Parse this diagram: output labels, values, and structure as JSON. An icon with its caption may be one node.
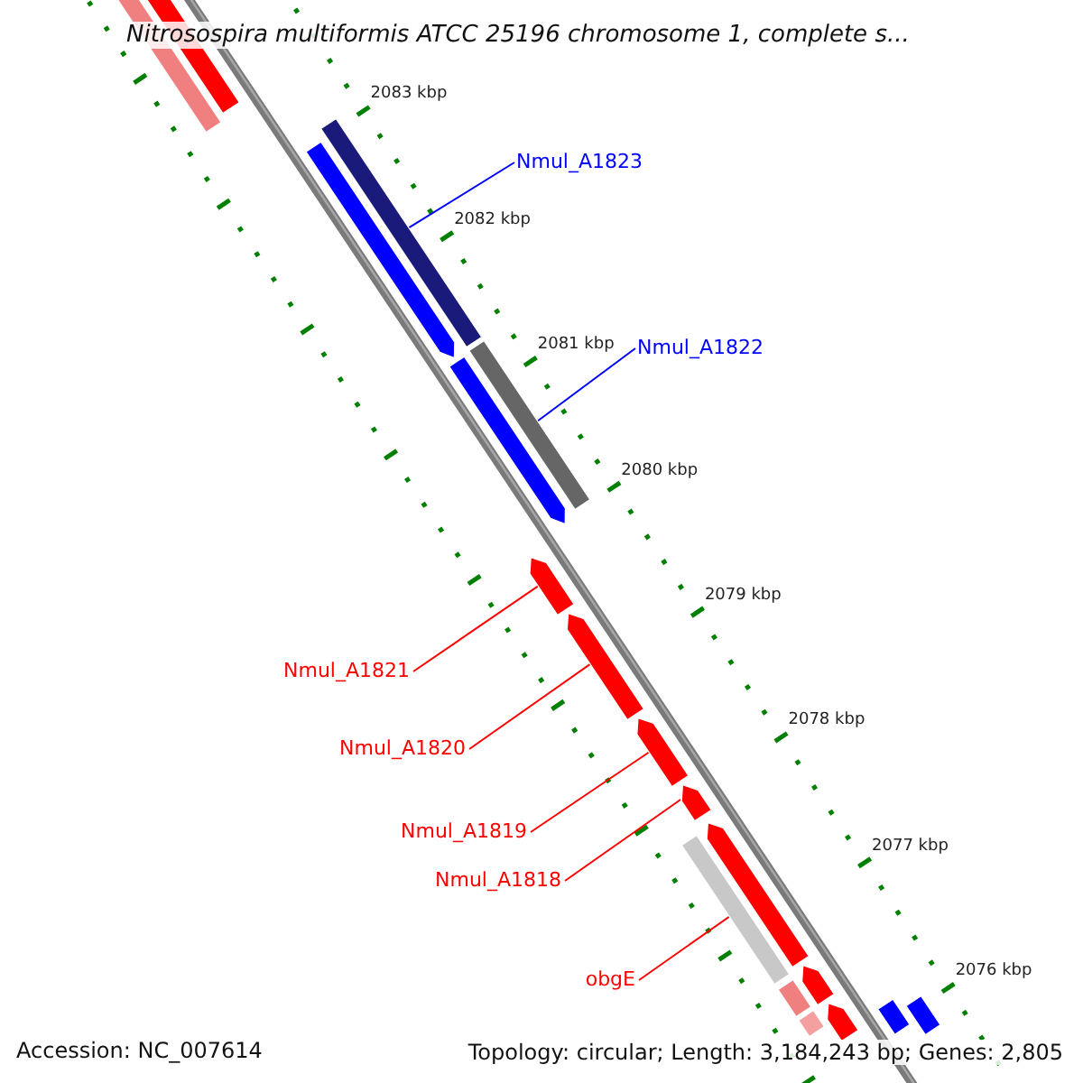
{
  "diagram": {
    "title": "Nitrosospira multiformis ATCC 25196 chromosome 1, complete s...",
    "nodes": [
      {
        "text": [
          "Nmul_A1823"
        ]
      },
      {
        "text": [],
        "shape": "bar"
      },
      {
        "text": [
          "Nmul_A1822"
        ]
      },
      {
        "text": [],
        "shape": "bar"
      },
      {
        "text": [
          "Nmul_A1821"
        ]
      },
      {
        "text": [],
        "shape": "bar"
      },
      {
        "text": [
          "Nmul_A1820"
        ]
      },
      {
        "text": [],
        "shape": "bar"
      },
      {
        "text": [
          "Nmul_A1819"
        ]
      },
      {
        "text": [],
        "shape": "bar"
      },
      {
        "text": [
          "Nmul_A1818"
        ]
      },
      {
        "text": [],
        "shape": "bar"
      },
      {
        "text": [
          "obgE"
        ]
      },
      {
        "text": [],
        "shape": "bar"
      },
      {
        "text": [],
        "shape": "bar"
      },
      {
        "text": [],
        "shape": "bar"
      },
      {
        "text": [],
        "shape": "bar"
      },
      {
        "text": [],
        "shape": "bar"
      },
      {
        "text": [],
        "shape": "bar"
      },
      {
        "text": [],
        "shape": "bar"
      },
      {
        "text": [],
        "shape": "bar"
      },
      {
        "text": [],
        "shape": "bar"
      },
      {
        "text": [],
        "shape": "bar"
      },
      {
        "text": [],
        "shape": "bar"
      },
      {
        "text": [],
        "shape": "bar"
      }
    ],
    "edges": [
      {
        "from": 0,
        "to": 1,
        "arrow": "none",
        "color": "#0000ff"
      },
      {
        "from": 2,
        "to": 3,
        "arrow": "none",
        "color": "#0000ff"
      },
      {
        "from": 4,
        "to": 5,
        "arrow": "none"
      },
      {
        "from": 6,
        "to": 7,
        "arrow": "none"
      },
      {
        "from": 8,
        "to": 9,
        "arrow": "none"
      },
      {
        "from": 10,
        "to": 11,
        "arrow": "none"
      },
      {
        "from": 12,
        "to": 13,
        "arrow": "none"
      }
    ],
    "labels": [
      "2083 kbp",
      "2082 kbp",
      "2081 kbp",
      "2080 kbp",
      "2079 kbp",
      "2078 kbp",
      "2077 kbp",
      "2076 kbp",
      "Accession: NC_007614",
      "Topology: circular; Length: 3,184,243 bp; Genes: 2,805"
    ]
  }
}
